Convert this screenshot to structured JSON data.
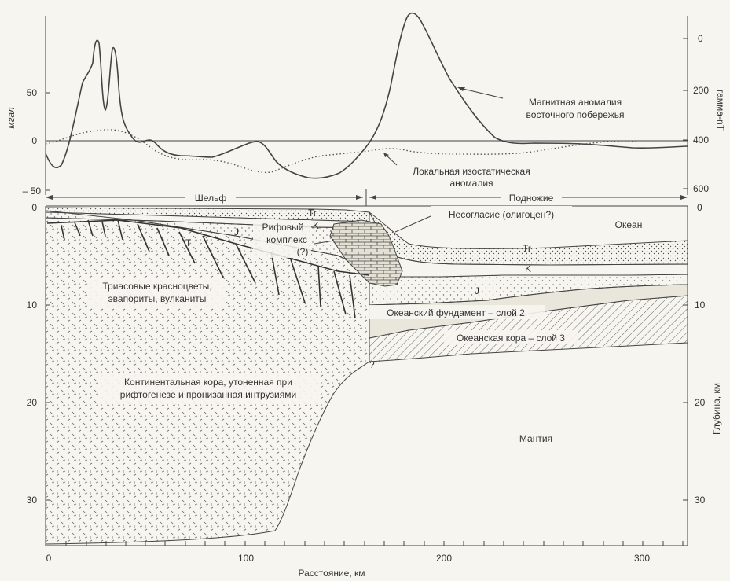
{
  "top_panel": {
    "left_axis_title": "мгал",
    "right_axis_title": "гамма-nT",
    "left_ticks": [
      "50",
      "0",
      "– 50"
    ],
    "right_ticks": [
      "0",
      "200",
      "400",
      "600"
    ],
    "label_magnetic": [
      "Магнитная аномалия",
      "восточного побережья"
    ],
    "label_isostatic": [
      "Локальная изостатическая",
      "аномалия"
    ]
  },
  "regions": {
    "shelf": "Шельф",
    "rise": "Подножие"
  },
  "section": {
    "depth_axis_title": "Глубина, км",
    "depth_ticks": [
      "0",
      "10",
      "20",
      "30"
    ],
    "distance_axis_title": "Расстояние, км",
    "distance_ticks": [
      "0",
      "100",
      "200",
      "300"
    ],
    "layer_labels": {
      "tr_shelf": "Tr",
      "k_shelf": "K",
      "j_shelf": "J",
      "t_shelf": "T",
      "reef": [
        "Рифовый",
        "комплекс",
        "(?)"
      ],
      "unconformity": "Несогласие (олигоцен?)",
      "ocean": "Океан",
      "tr_ocean": "Tr",
      "k_ocean": "K",
      "j_ocean": "J",
      "triassic": [
        "Триасовые красноцветы,",
        "эвапориты, вулканиты"
      ],
      "ocean_basement": "Океанский фундамент – слой 2",
      "ocean_crust": "Океанская кора – слой 3",
      "continental_crust": [
        "Континентальная кора, утоненная при",
        "рифтогенезе и пронизанная интрузиями"
      ],
      "question": "?",
      "mantle": "Мантия"
    }
  }
}
